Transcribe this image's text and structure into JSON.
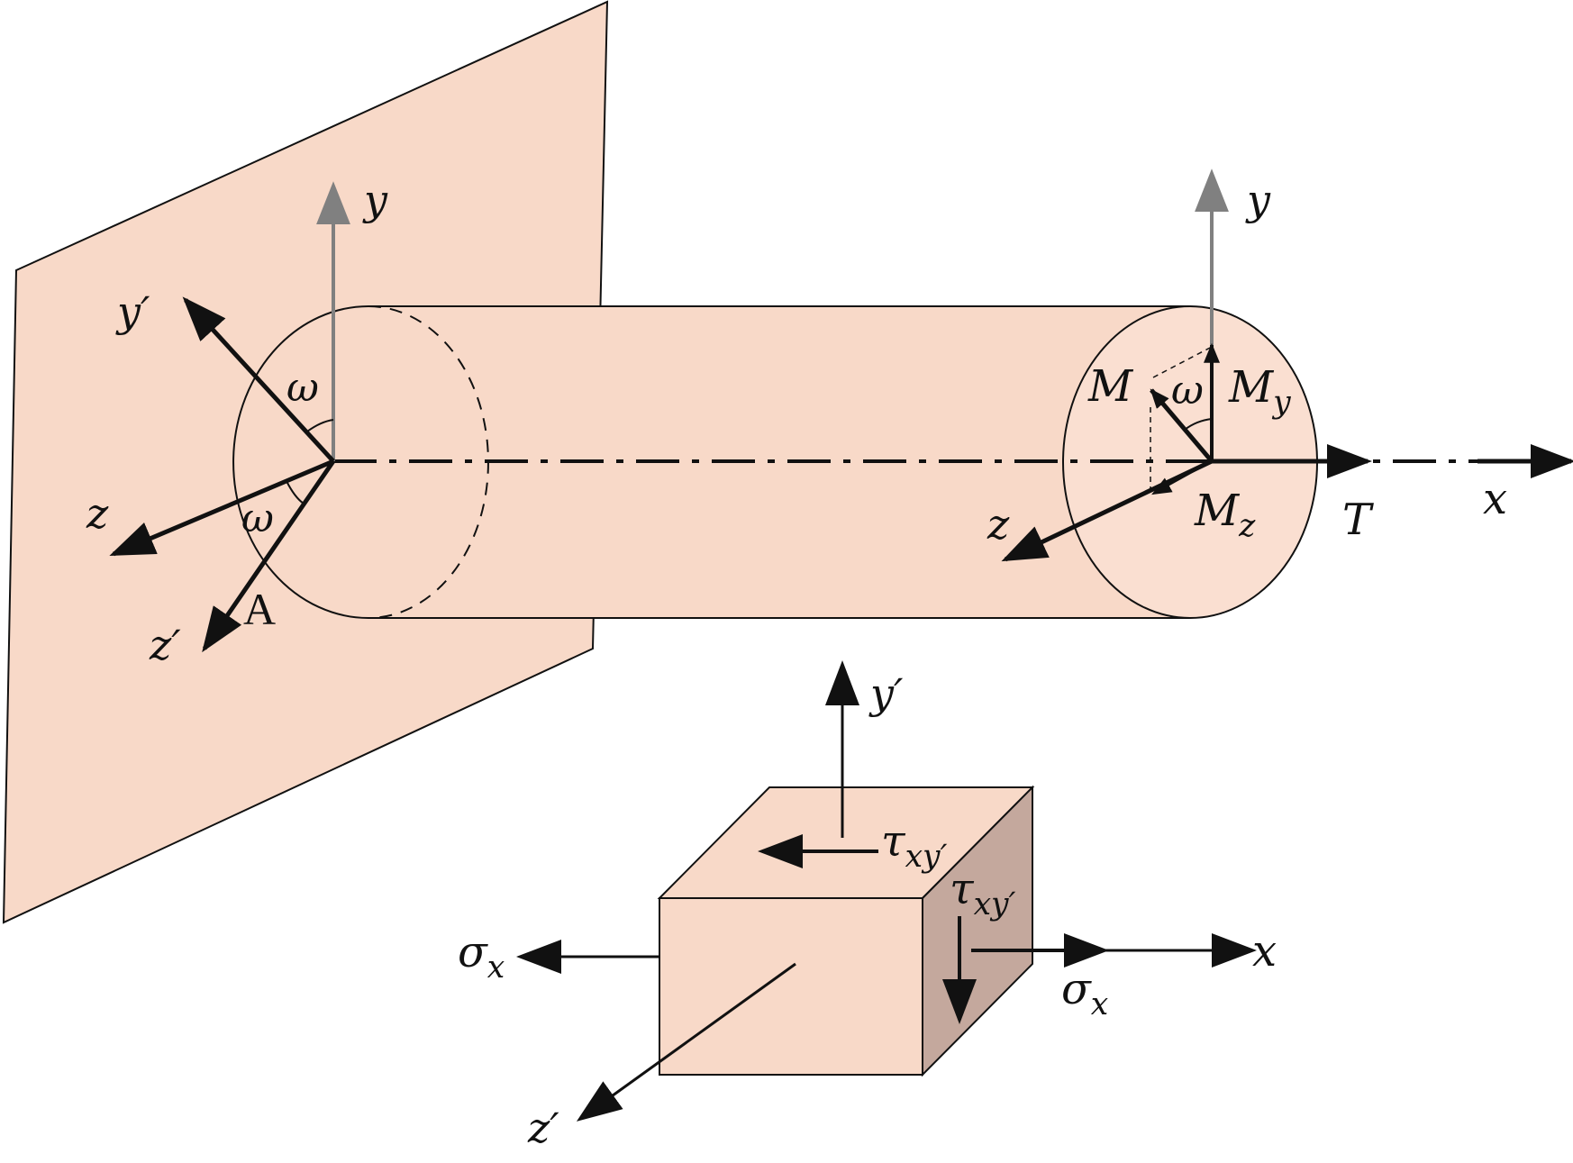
{
  "colors": {
    "fill": "#f8d9c8",
    "end_face": "#fadfd1",
    "cube_side": "#c4a89d",
    "stroke": "#111111",
    "gray_axis": "#808080"
  },
  "labels": {
    "left_y": "y",
    "left_y_prime": "y′",
    "left_omega_top": "ω",
    "left_omega_bottom": "ω",
    "left_z": "z",
    "left_z_prime": "z′",
    "point_a": "A",
    "right_y": "y",
    "moment_m": "M",
    "right_omega": "ω",
    "moment_my_main": "M",
    "moment_my_sub": "y",
    "right_z": "z",
    "moment_mz_main": "M",
    "moment_mz_sub": "z",
    "torque_t": "T",
    "axis_x": "x",
    "elem_y_prime": "y′",
    "tau_top_main": "τ",
    "tau_top_sub": "xy′",
    "tau_side_main": "τ",
    "tau_side_sub": "xy′",
    "sigma_left_main": "σ",
    "sigma_left_sub": "x",
    "sigma_right_main": "σ",
    "sigma_right_sub": "x",
    "elem_x": "x",
    "elem_z_prime": "z′"
  }
}
